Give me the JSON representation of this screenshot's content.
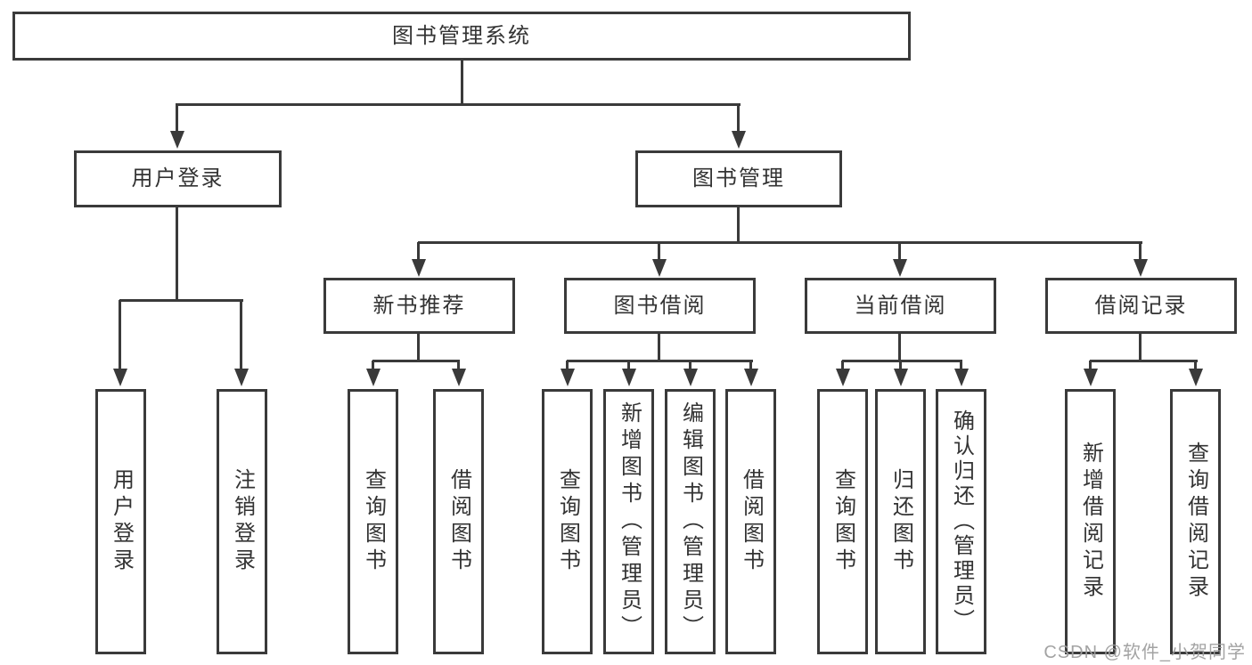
{
  "tree": {
    "root": {
      "label": "图书管理系统"
    },
    "level2": [
      {
        "label": "用户登录"
      },
      {
        "label": "图书管理"
      }
    ],
    "level3": [
      {
        "label": "新书推荐"
      },
      {
        "label": "图书借阅"
      },
      {
        "label": "当前借阅"
      },
      {
        "label": "借阅记录"
      }
    ],
    "leaves": [
      {
        "label": "用户登录"
      },
      {
        "label": "注销登录"
      },
      {
        "label": "查询图书"
      },
      {
        "label": "借阅图书"
      },
      {
        "label": "查询图书"
      },
      {
        "label": "新增图书（管理员）"
      },
      {
        "label": "编辑图书（管理员）"
      },
      {
        "label": "借阅图书"
      },
      {
        "label": "查询图书"
      },
      {
        "label": "归还图书"
      },
      {
        "label": "确认归还（管理员）"
      },
      {
        "label": "新增借阅记录"
      },
      {
        "label": "查询借阅记录"
      }
    ]
  },
  "watermark": {
    "text": "CSDN @软件_小贺同学",
    "color": "#9e9e9e"
  },
  "colors": {
    "line": "#3a3a3a",
    "text": "#333333",
    "background": "#ffffff",
    "box_fill": "#ffffff"
  }
}
